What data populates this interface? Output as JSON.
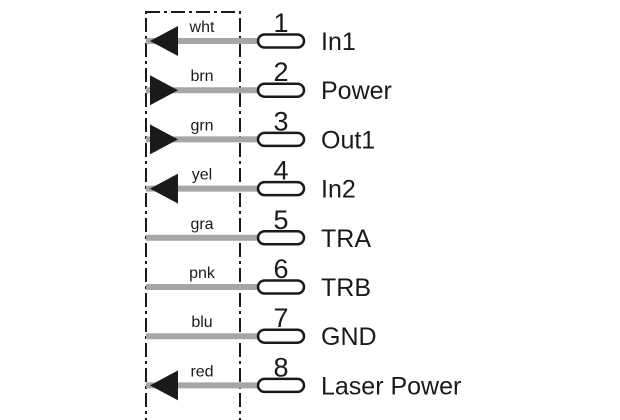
{
  "colors": {
    "wire": "#a6a6a6",
    "ink": "#1a1a1a",
    "background": "#ffffff"
  },
  "pins": [
    {
      "number": "1",
      "wire_color": "wht",
      "name": "In1",
      "arrow": "left"
    },
    {
      "number": "2",
      "wire_color": "brn",
      "name": "Power",
      "arrow": "right"
    },
    {
      "number": "3",
      "wire_color": "grn",
      "name": "Out1",
      "arrow": "right"
    },
    {
      "number": "4",
      "wire_color": "yel",
      "name": "In2",
      "arrow": "left"
    },
    {
      "number": "5",
      "wire_color": "gra",
      "name": "TRA",
      "arrow": "none"
    },
    {
      "number": "6",
      "wire_color": "pnk",
      "name": "TRB",
      "arrow": "none"
    },
    {
      "number": "7",
      "wire_color": "blu",
      "name": "GND",
      "arrow": "none"
    },
    {
      "number": "8",
      "wire_color": "red",
      "name": "Laser Power",
      "arrow": "left"
    }
  ]
}
